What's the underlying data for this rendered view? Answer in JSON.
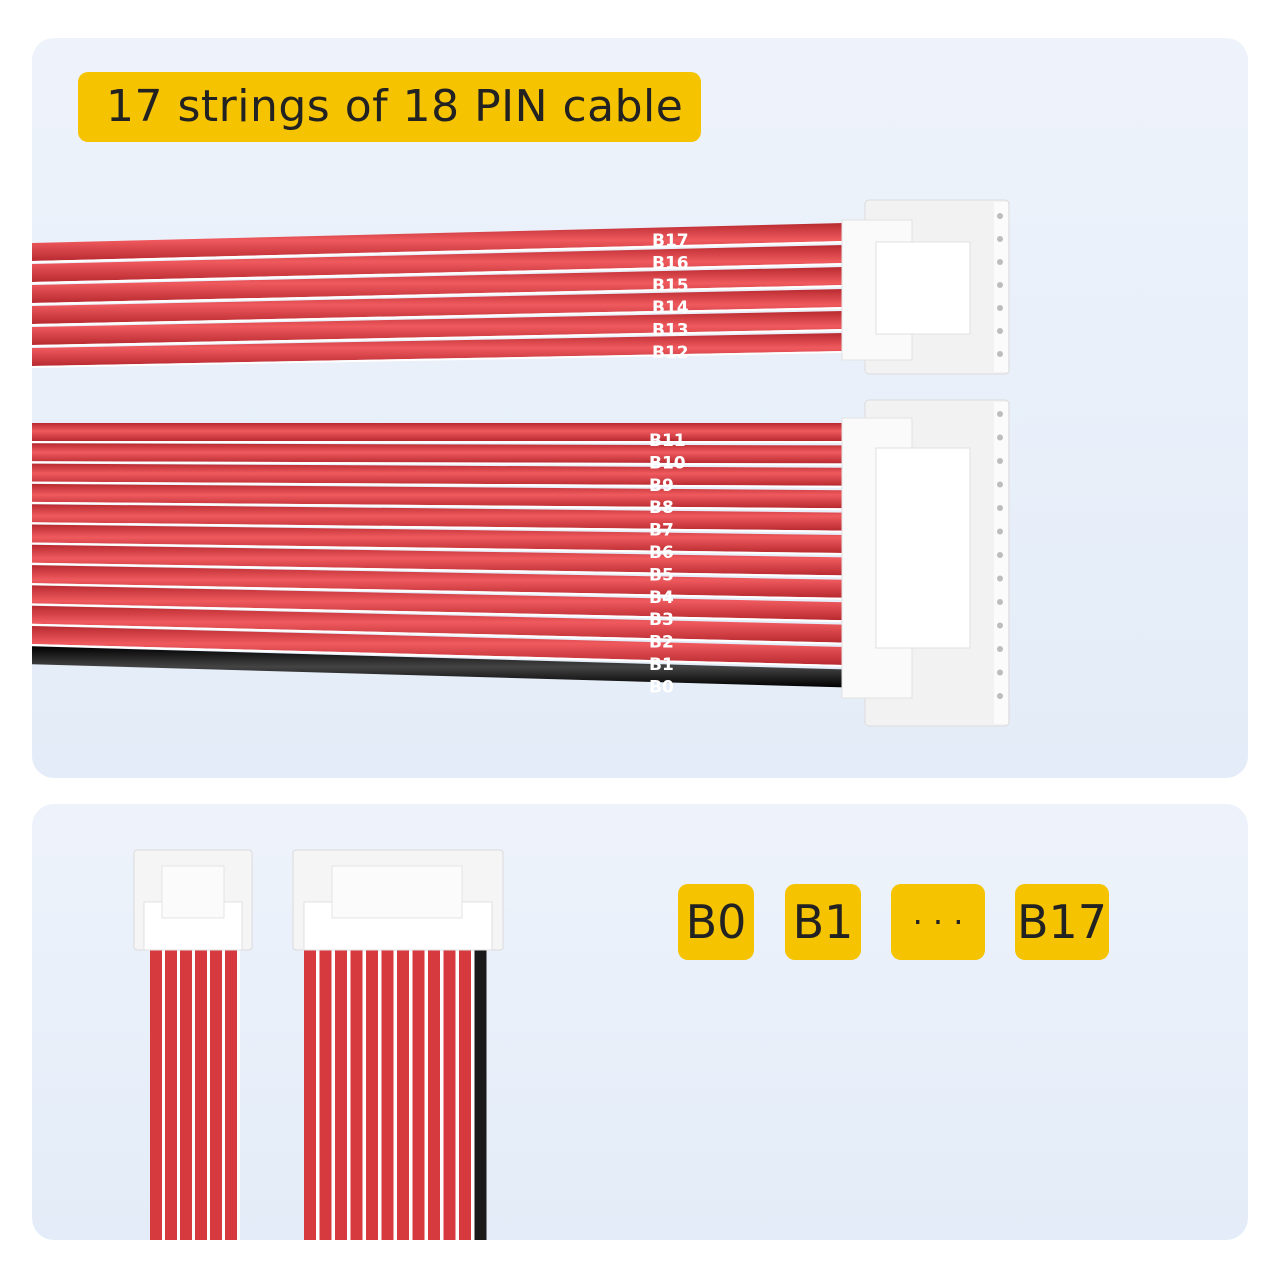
{
  "title": "17 strings of 18 PIN cable",
  "upper_connector_labels": [
    "B17",
    "B16",
    "B15",
    "B14",
    "B13",
    "B12"
  ],
  "lower_connector_labels": [
    "B11",
    "B10",
    "B9",
    "B8",
    "B7",
    "B6",
    "B5",
    "B4",
    "B3",
    "B2",
    "B1",
    "B0"
  ],
  "callouts": [
    "B0",
    "B1",
    "· · ·",
    "B17"
  ],
  "colors": {
    "accent": "#f5c300",
    "wire_red": "#d63a3f",
    "wire_black": "#1a1a1a",
    "connector": "#f7f7f7",
    "panel": "#e8eff9"
  },
  "icons": [
    "connector-6pin-icon",
    "connector-12pin-icon",
    "wire-bundle-icon"
  ]
}
